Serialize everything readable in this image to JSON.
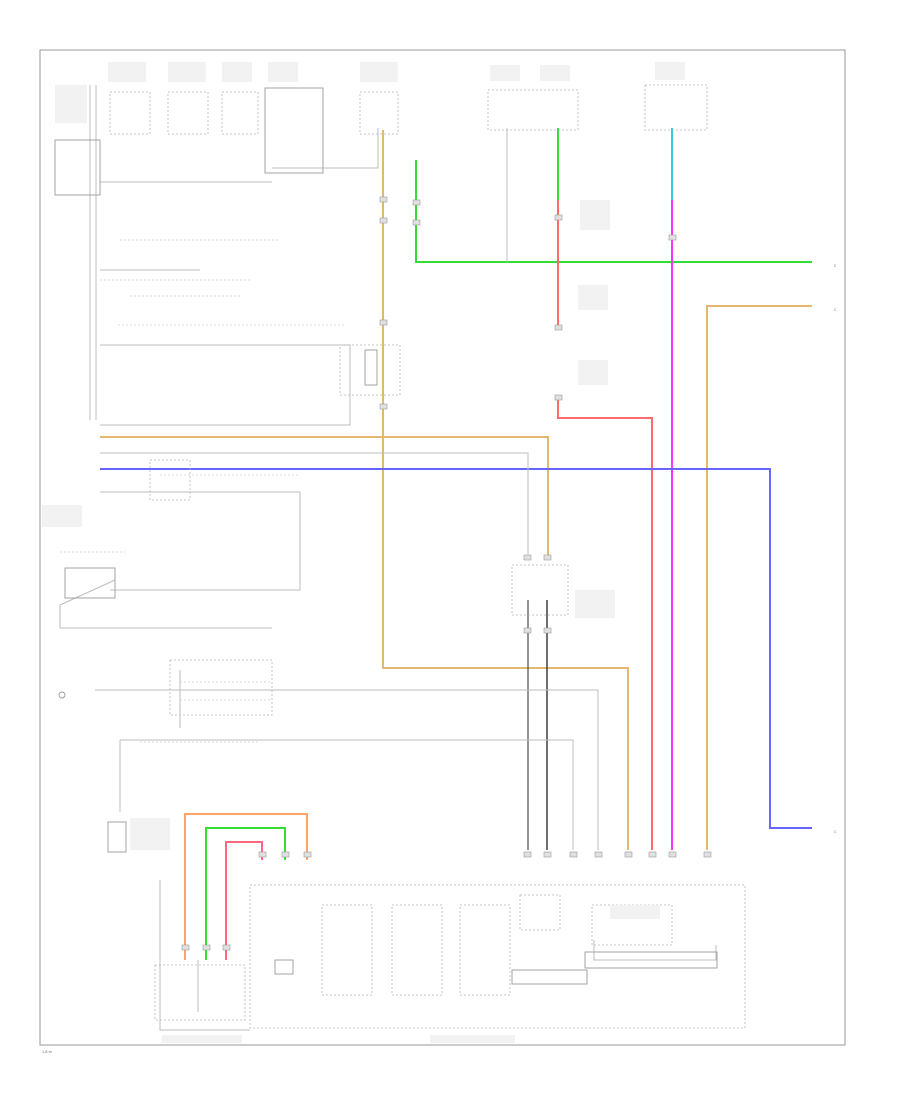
{
  "footer": {
    "code": "1-8 m"
  },
  "connectors": {
    "right_green": "C",
    "right_tan": "C",
    "right_blue": "C"
  },
  "colors": {
    "background": "#ffffff",
    "frame": "#999999",
    "wire_gray": "#bdbdbd",
    "wire_black": "#4a4a4a",
    "wire_tan": "#e3b86e",
    "wire_green": "#33dd33",
    "wire_red": "#ff6a6a",
    "wire_magenta": "#ff33ff",
    "wire_cyan": "#33ccdd",
    "wire_blue": "#6666ff",
    "wire_orange": "#ffa366"
  }
}
